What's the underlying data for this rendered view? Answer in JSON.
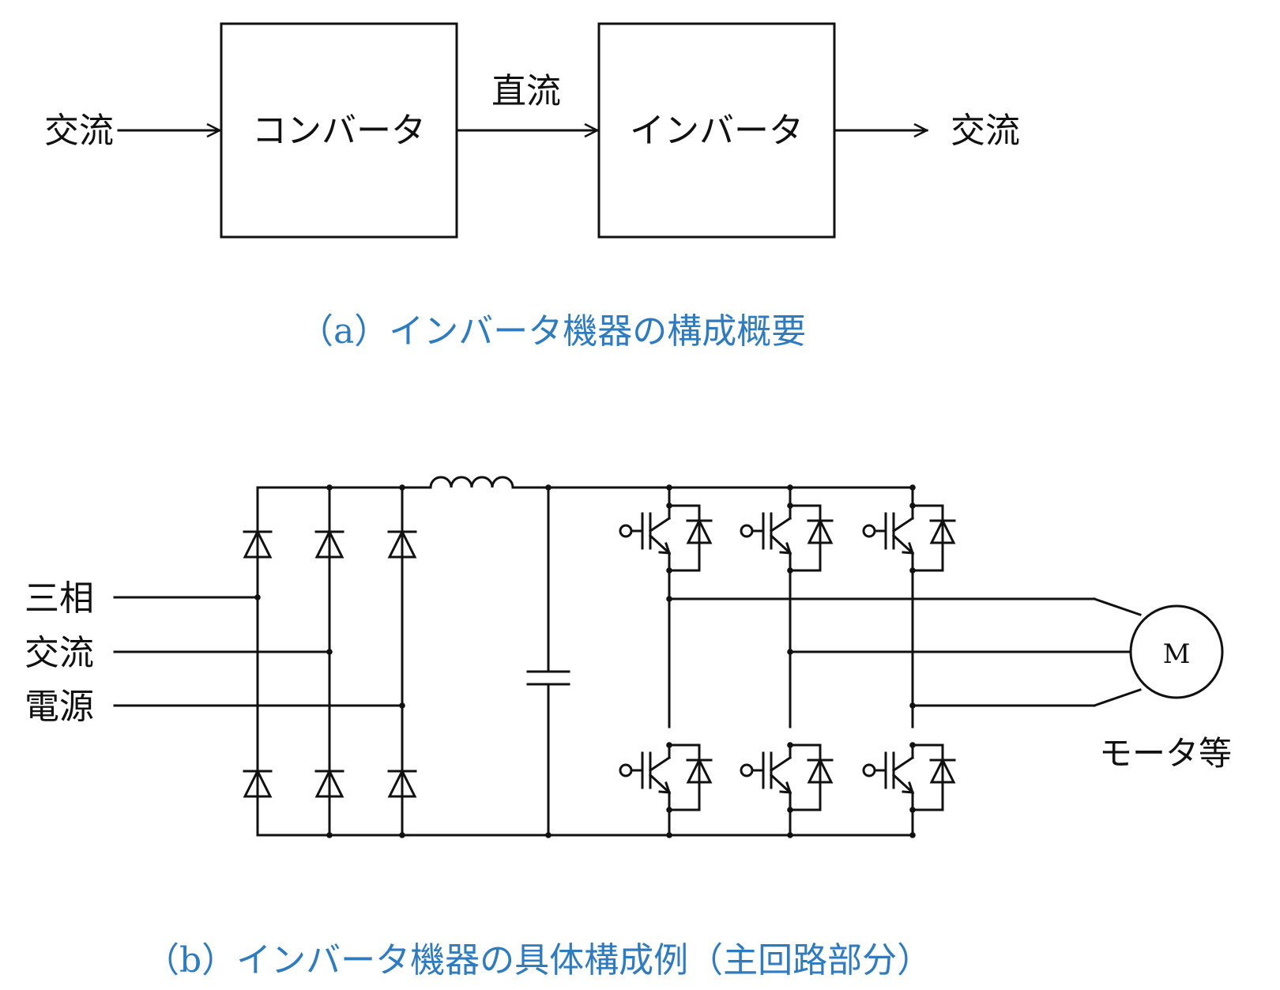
{
  "block_diagram": {
    "ac_input_label": "交流",
    "converter_label": "コンバータ",
    "dc_label": "直流",
    "inverter_label": "インバータ",
    "ac_output_label": "交流"
  },
  "caption_a": "（a）インバータ機器の構成概要",
  "circuit": {
    "source_label_line1": "三相",
    "source_label_line2": "交流",
    "source_label_line3": "電源",
    "motor_symbol": "M",
    "motor_label": "モータ等"
  },
  "caption_b": "（b）インバータ機器の具体構成例（主回路部分）",
  "colors": {
    "caption": "#2e7bbf",
    "line": "#111111"
  }
}
